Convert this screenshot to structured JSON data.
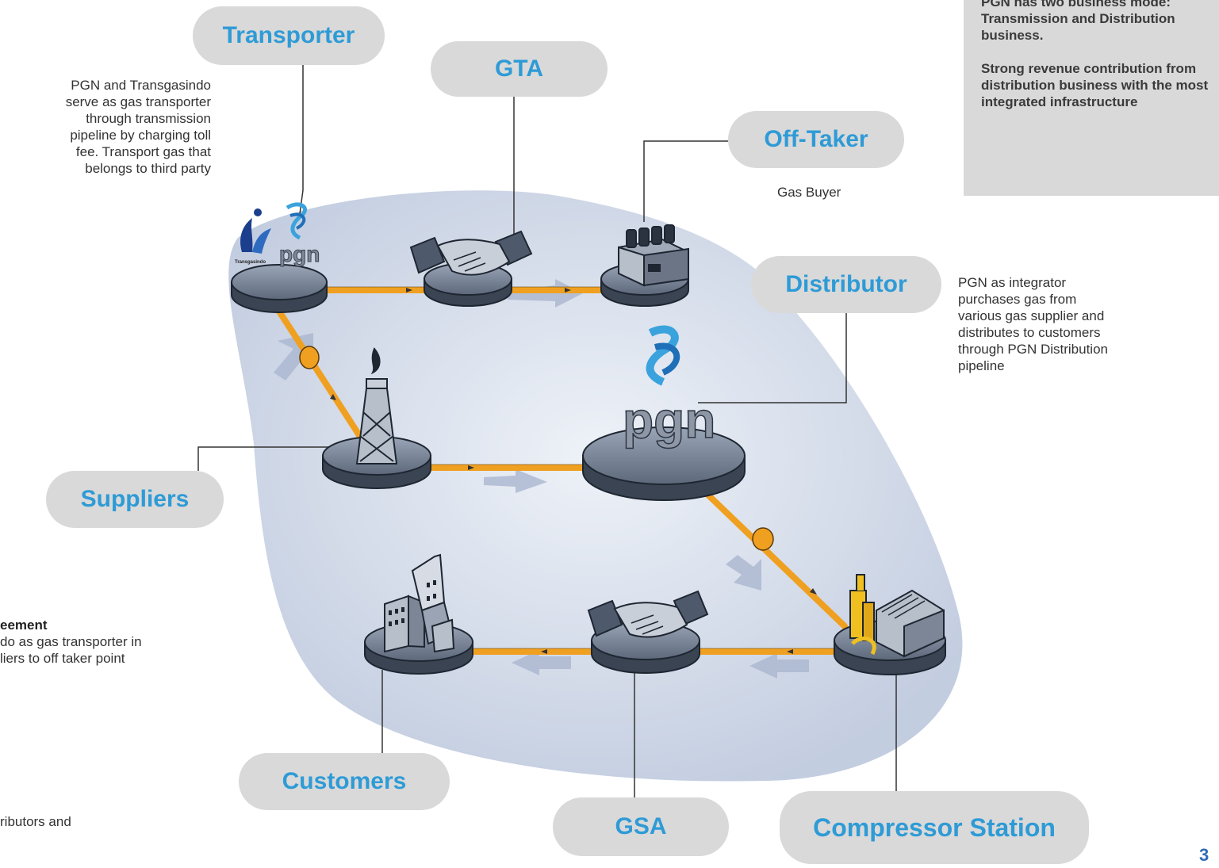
{
  "labels": {
    "transporter": "Transporter",
    "gta": "GTA",
    "offtaker": "Off-Taker",
    "distributor": "Distributor",
    "suppliers": "Suppliers",
    "customers": "Customers",
    "gsa": "GSA",
    "compressor": "Compressor Station"
  },
  "descriptions": {
    "transporter": [
      "PGN and Transgasindo",
      "serve as gas transporter",
      "through transmission",
      "pipeline by charging toll",
      "fee. Transport gas that",
      "belongs to third party"
    ],
    "offtaker": "Gas Buyer",
    "distributor": [
      "PGN as integrator",
      "purchases gas from",
      "various gas supplier and",
      "distributes to customers",
      "through PGN Distribution",
      "pipeline"
    ],
    "gta_partial_title": "eement",
    "gta_partial_lines": [
      "do as gas transporter in",
      "liers to off taker point"
    ],
    "gsa_partial": "ributors and"
  },
  "info_box": {
    "para1": "PGN has two business mode: Transmission and Distribution business.",
    "para2": "Strong revenue contribution from distribution business with the most integrated infrastructure"
  },
  "logos": {
    "pgn": "pgn",
    "transgasindo": "Transgasindo"
  },
  "page_number": "3",
  "colors": {
    "label_blue": "#2e9bd6",
    "pill_grey": "#d9d9d9",
    "pipe_orange": "#f0a020",
    "platform": "#4e5a6c",
    "region": "#c9d3e6"
  },
  "icons": [
    "transporter-logos",
    "handshake-icon",
    "building-icon",
    "gas-rig-icon",
    "pgn-logo",
    "compressor-icon",
    "city-buildings-icon"
  ]
}
